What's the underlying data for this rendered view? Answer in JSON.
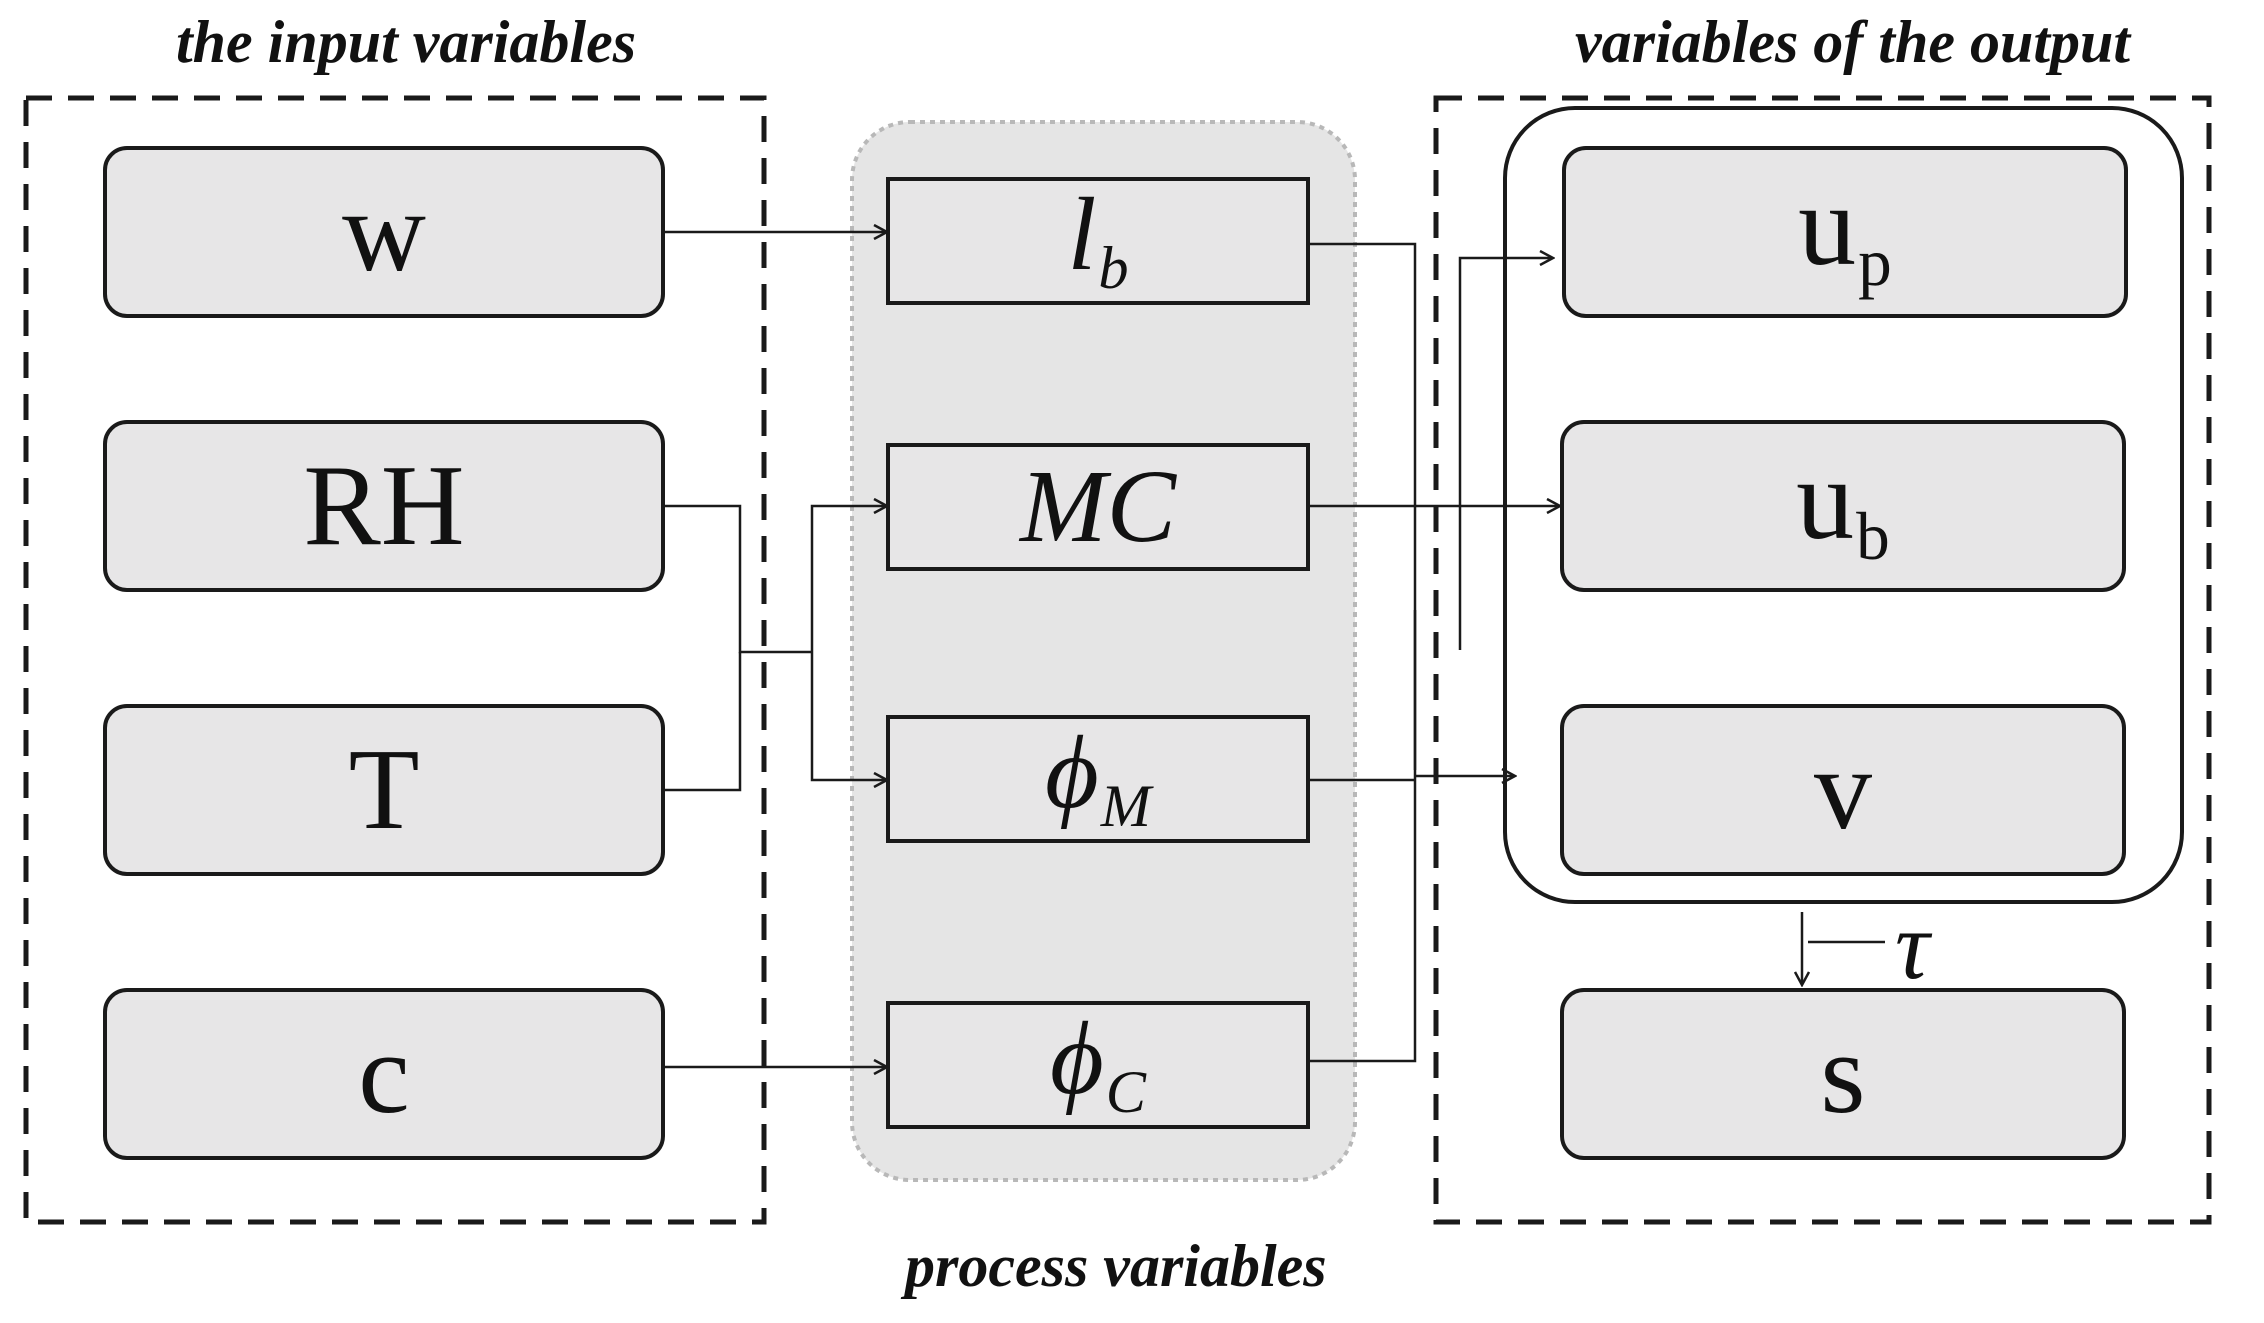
{
  "groups": {
    "input_title": "the input variables",
    "output_title": "variables of the output",
    "process_title": "process variables"
  },
  "inputs": {
    "w": "w",
    "rh": "RH",
    "t": "T",
    "c": "c"
  },
  "process": {
    "lb": {
      "base": "l",
      "sub": "b"
    },
    "mc": {
      "base": "MC"
    },
    "phim": {
      "base": "ϕ",
      "sub": "M"
    },
    "phic": {
      "base": "ϕ",
      "sub": "C"
    }
  },
  "outputs": {
    "up": {
      "base": "u",
      "sub": "p"
    },
    "ub": {
      "base": "u",
      "sub": "b"
    },
    "v": "v",
    "s": "s"
  },
  "tau": "τ",
  "colors": {
    "box_fill": "#e7e6e7",
    "process_panel_fill": "#e5e5e5",
    "stroke": "#1a1a1a"
  }
}
